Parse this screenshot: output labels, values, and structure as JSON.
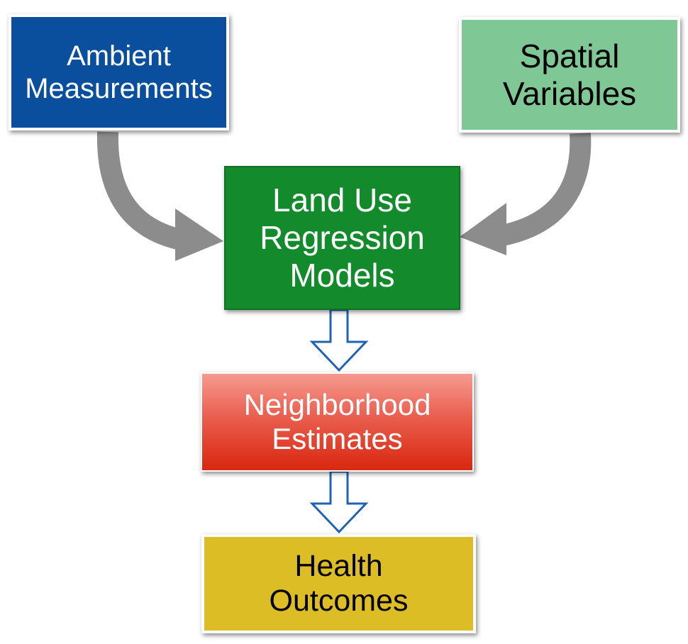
{
  "boxes": {
    "ambient": {
      "label": "Ambient\nMeasurements",
      "color": "#0a4f9e"
    },
    "spatial": {
      "label": "Spatial\nVariables",
      "color": "#80c796"
    },
    "land_use_regression": {
      "label": "Land Use\nRegression\nModels",
      "color": "#138a2c"
    },
    "neighborhood": {
      "label": "Neighborhood\nEstimates",
      "color": "#d8270f"
    },
    "health": {
      "label": "Health\nOutcomes",
      "color": "#dcbd25"
    }
  },
  "connectors": {
    "curved_arrow_color": "#8c8c8c",
    "block_arrow_outline_color": "#1f64b4"
  }
}
